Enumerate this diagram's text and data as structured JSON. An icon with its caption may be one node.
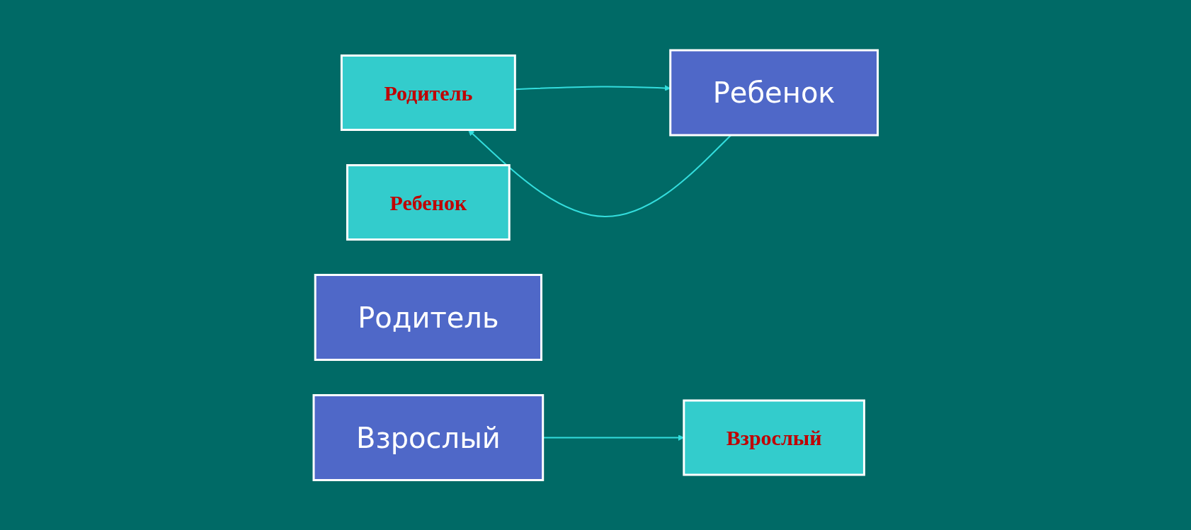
{
  "diagram": {
    "nodes": [
      {
        "text": [
          "Родитель"
        ]
      },
      {
        "text": [
          "Взрослый"
        ]
      },
      {
        "text": [
          "Ребенок"
        ]
      },
      {
        "text": [
          "Родитель"
        ]
      },
      {
        "text": [
          "Взрослый"
        ]
      },
      {
        "text": [
          "Ребенок"
        ]
      }
    ],
    "edges": [
      {
        "from": 0,
        "to": 5,
        "arrow": "to"
      },
      {
        "from": 5,
        "to": 0,
        "arrow": "to"
      },
      {
        "from": 4,
        "to": 1,
        "arrow": "to"
      }
    ]
  }
}
